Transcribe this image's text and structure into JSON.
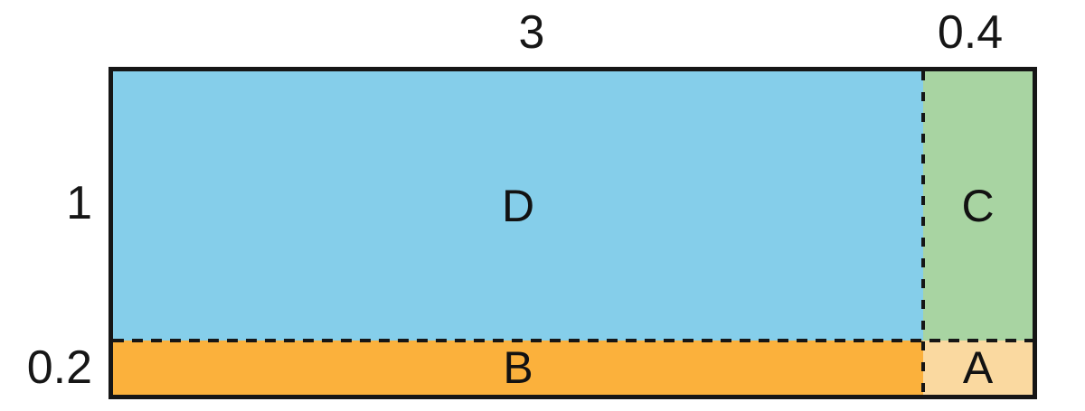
{
  "diagram": {
    "type": "area-model",
    "background_color": "#ffffff",
    "line_color": "#161616",
    "top_labels": {
      "first": "3",
      "second": "0.4"
    },
    "side_labels": {
      "first": "1",
      "second": "0.2"
    },
    "regions": {
      "D": {
        "label": "D",
        "color": "#85ceea",
        "width_value": "3",
        "height_value": "1"
      },
      "C": {
        "label": "C",
        "color": "#a8d4a2",
        "width_value": "0.4",
        "height_value": "1"
      },
      "B": {
        "label": "B",
        "color": "#fbb13c",
        "width_value": "3",
        "height_value": "0.2"
      },
      "A": {
        "label": "A",
        "color": "#fad9a0",
        "width_value": "0.4",
        "height_value": "0.2"
      }
    }
  }
}
